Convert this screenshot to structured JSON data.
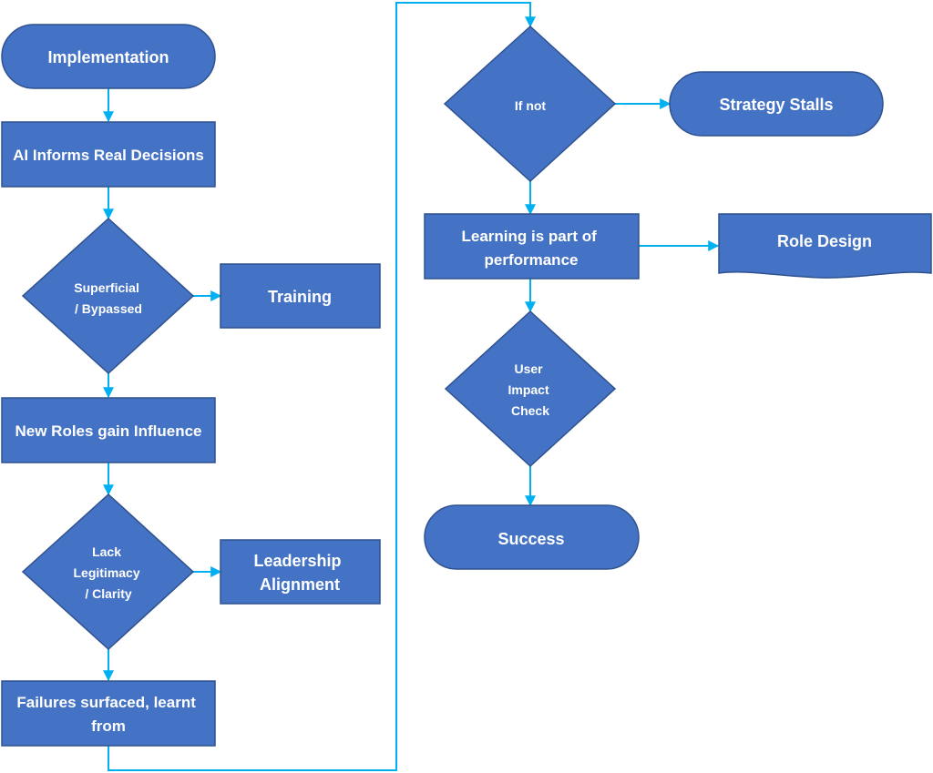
{
  "colors": {
    "shape_fill": "#4472c4",
    "shape_stroke": "#2f528f",
    "connector": "#00b0f0",
    "text": "#ffffff"
  },
  "nodes": {
    "implementation": [
      "Implementation"
    ],
    "ai_informs": [
      "AI Informs Real Decisions"
    ],
    "superficial": [
      "Superficial",
      "/ Bypassed"
    ],
    "training": [
      "Training"
    ],
    "new_roles": [
      "New Roles gain Influence"
    ],
    "lack_legitimacy": [
      "Lack",
      "Legitimacy",
      "/ Clarity"
    ],
    "leadership": [
      "Leadership",
      "Alignment"
    ],
    "failures": [
      "Failures surfaced, learnt",
      "from"
    ],
    "if_not": [
      "If not"
    ],
    "strategy_stalls": [
      "Strategy Stalls"
    ],
    "learning": [
      "Learning is part of",
      "performance"
    ],
    "role_design": [
      "Role Design"
    ],
    "user_impact": [
      "User",
      "Impact",
      "Check"
    ],
    "success": [
      "Success"
    ]
  }
}
